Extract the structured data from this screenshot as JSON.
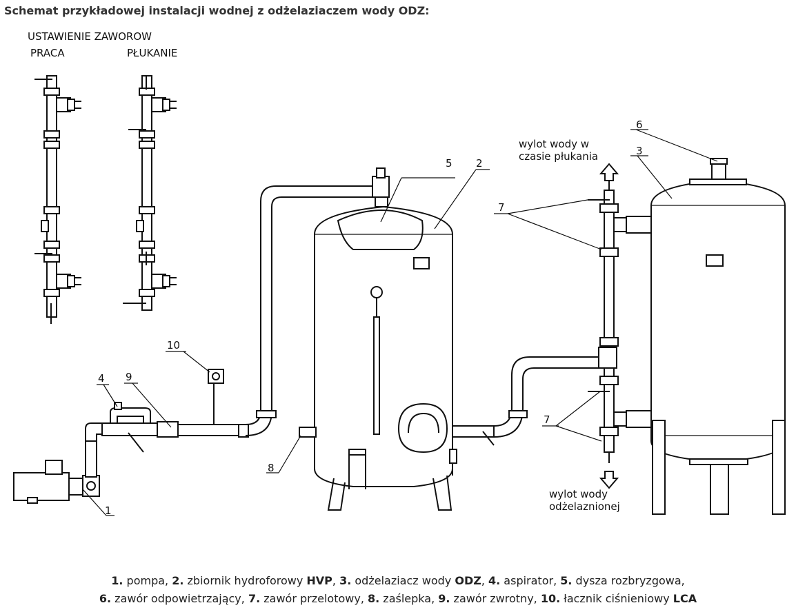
{
  "title": "Schemat przykładowej instalacji wodnej z odżelaziaczem wody ODZ:",
  "valve_settings": {
    "heading": "USTAWIENIE ZAWOROW",
    "mode_work": "PRACA",
    "mode_flush": "PŁUKANIE"
  },
  "outlets": {
    "flush_line1": "wylot wody w",
    "flush_line2": "czasie płukania",
    "treated_line1": "wylot wody",
    "treated_line2": "odżelaznionej"
  },
  "callouts": [
    "1",
    "2",
    "3",
    "4",
    "5",
    "6",
    "7",
    "7",
    "8",
    "9",
    "10"
  ],
  "legend": [
    {
      "num": "1.",
      "text": " pompa, "
    },
    {
      "num": "2.",
      "text": " zbiornik hydroforowy ",
      "bold": "HVP"
    },
    {
      "num": "3.",
      "text": " odżelaziacz wody ",
      "bold": "ODZ"
    },
    {
      "num": "4.",
      "text": " aspirator, "
    },
    {
      "num": "5.",
      "text": " dysza rozbryzgowa, "
    },
    {
      "num": "6.",
      "text": " zawór odpowietrzający, "
    },
    {
      "num": "7.",
      "text": " zawór przelotowy, "
    },
    {
      "num": "8.",
      "text": " zaślepka, "
    },
    {
      "num": "9.",
      "text": " zawór zwrotny, "
    },
    {
      "num": "10.",
      "text": " łacznik ciśnieniowy ",
      "bold": "LCA"
    }
  ]
}
